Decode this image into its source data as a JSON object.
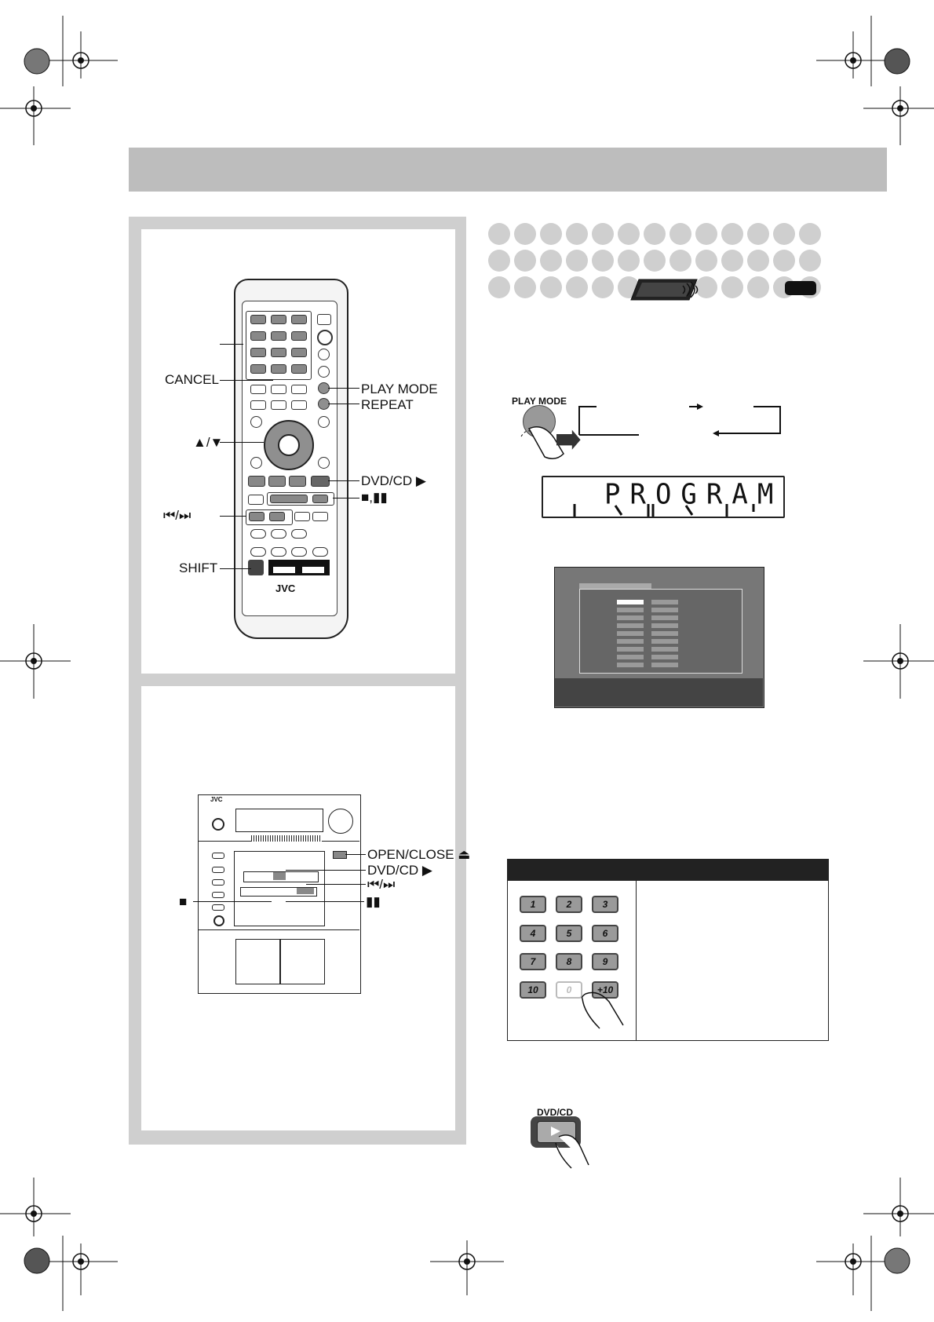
{
  "remote_labels": {
    "cancel": "CANCEL",
    "play_mode": "PLAY MODE",
    "repeat": "REPEAT",
    "up_down": "▲/▼",
    "dvd_cd_play": "DVD/CD ▶",
    "stop_pause": "■,▮▮",
    "skip": "⏮/⏭",
    "shift": "SHIFT",
    "brand": "JVC"
  },
  "unit_labels": {
    "open_close": "OPEN/CLOSE ⏏",
    "dvd_cd_play": "DVD/CD ▶",
    "skip": "⏮/⏭",
    "stop": "■",
    "pause": "▮▮",
    "brand": "JVC"
  },
  "play_mode_diagram": {
    "button_label": "PLAY MODE",
    "display_text": "PROGRAM"
  },
  "number_keys": [
    "1",
    "2",
    "3",
    "4",
    "5",
    "6",
    "7",
    "8",
    "9",
    "10",
    "0",
    "+10"
  ],
  "dvd_cd_button_label": "DVD/CD",
  "colors": {
    "header_bar": "#bdbdbd",
    "panel_border": "#cfcfcf",
    "dot_gray": "#cfcfcf",
    "table_head": "#222222"
  },
  "icons": [
    "registration-mark-icon",
    "finger-press-icon",
    "play-arrow-icon",
    "remote-signal-icon"
  ]
}
